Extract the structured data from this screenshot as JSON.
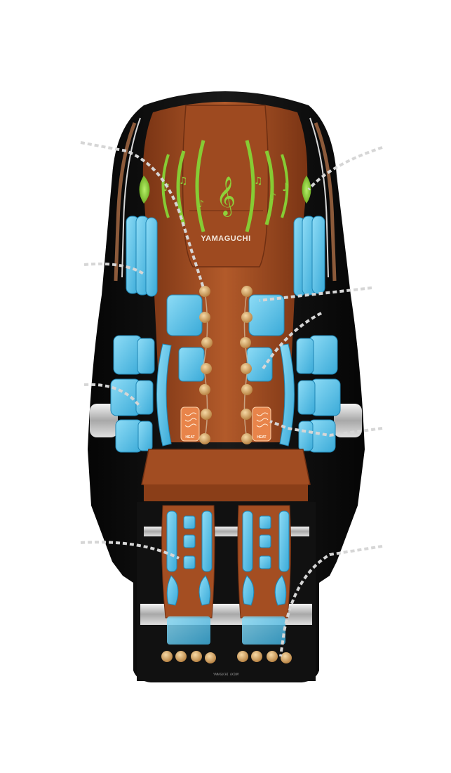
{
  "product": {
    "brand_text": "YAMAGUCHI",
    "heat_labels": [
      "HEAT",
      "HEAT"
    ],
    "footer_text": "YAMAGUCHI AXIOM"
  },
  "callouts": [
    {
      "name": "callout-headrest-speaker-left"
    },
    {
      "name": "callout-headrest-speaker-right"
    },
    {
      "name": "callout-shoulder-airbags"
    },
    {
      "name": "callout-back-rollers"
    },
    {
      "name": "callout-arm-airbags"
    },
    {
      "name": "callout-lumbar-heat"
    },
    {
      "name": "callout-calf-airbags"
    },
    {
      "name": "callout-foot-rollers"
    }
  ],
  "colors": {
    "leather": "#a44e22",
    "leather_dark": "#6e2f12",
    "shell": "#0b0b0b",
    "airbag": "#5bc4ea",
    "roller": "#d9a86a",
    "music": "#8ed13a",
    "heat": "#e8844a",
    "dotted_line": "#d8d8d8"
  }
}
